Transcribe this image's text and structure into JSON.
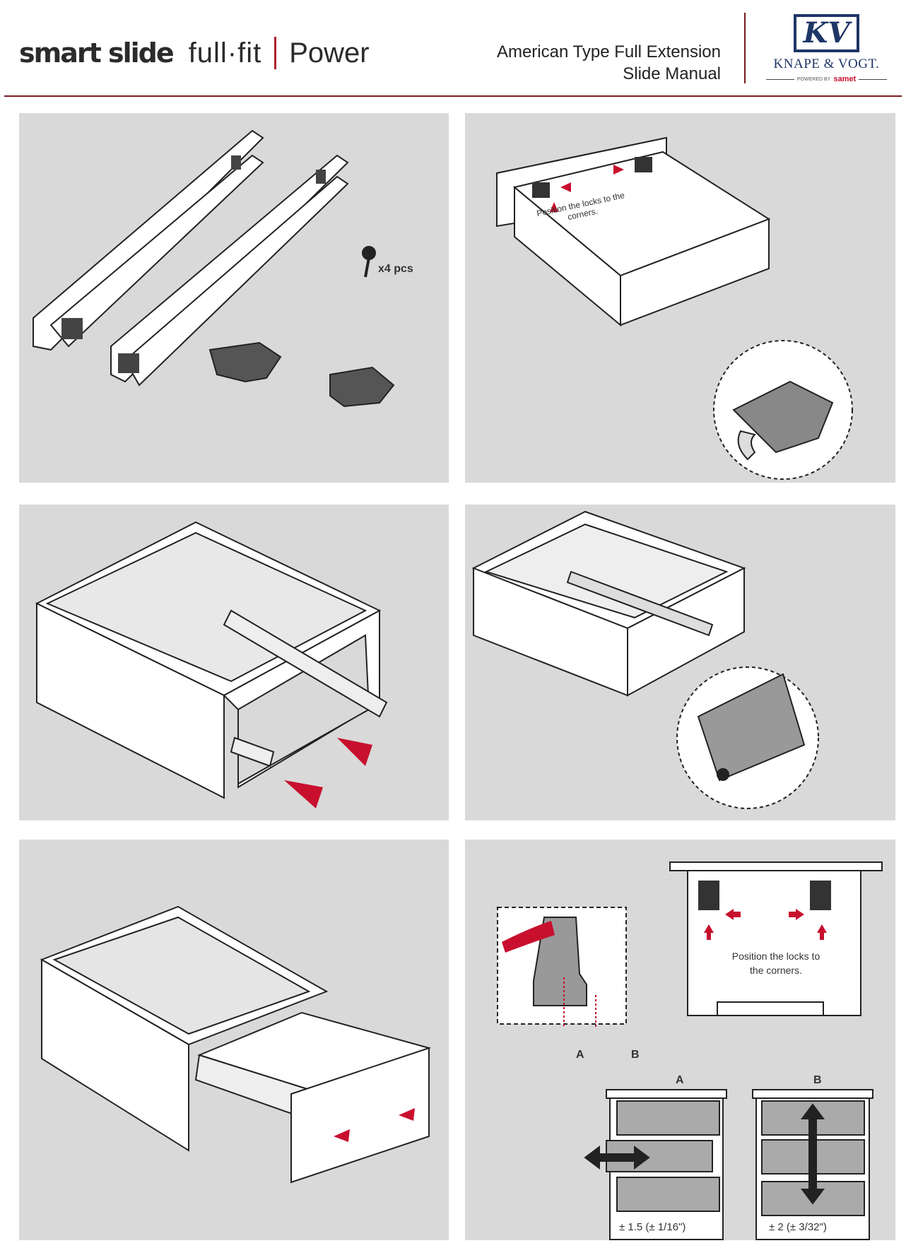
{
  "header": {
    "brand": "smart slide",
    "product": "full·fit",
    "variant": "Power",
    "title_line1": "American Type Full Extension",
    "title_line2": "Slide Manual"
  },
  "logo": {
    "mark": "KV",
    "company": "KNAPE & VOGT.",
    "powered_by": "POWERED BY",
    "partner": "samet"
  },
  "steps": {
    "step1": {
      "screws_label": "x4 pcs"
    },
    "step2": {
      "instruction": "Position the locks to the corners."
    },
    "step6": {
      "instruction_line1": "Position the locks to",
      "instruction_line2": "the corners.",
      "point_a": "A",
      "point_b": "B",
      "diagram_a_title": "A",
      "diagram_b_title": "B",
      "tolerance_a": "± 1.5 (± 1/16\")",
      "tolerance_b": "± 2 (± 3/32\")"
    }
  },
  "colors": {
    "accent": "#b0212d",
    "panel": "#d9d9d9",
    "brand_blue": "#1e3566"
  }
}
